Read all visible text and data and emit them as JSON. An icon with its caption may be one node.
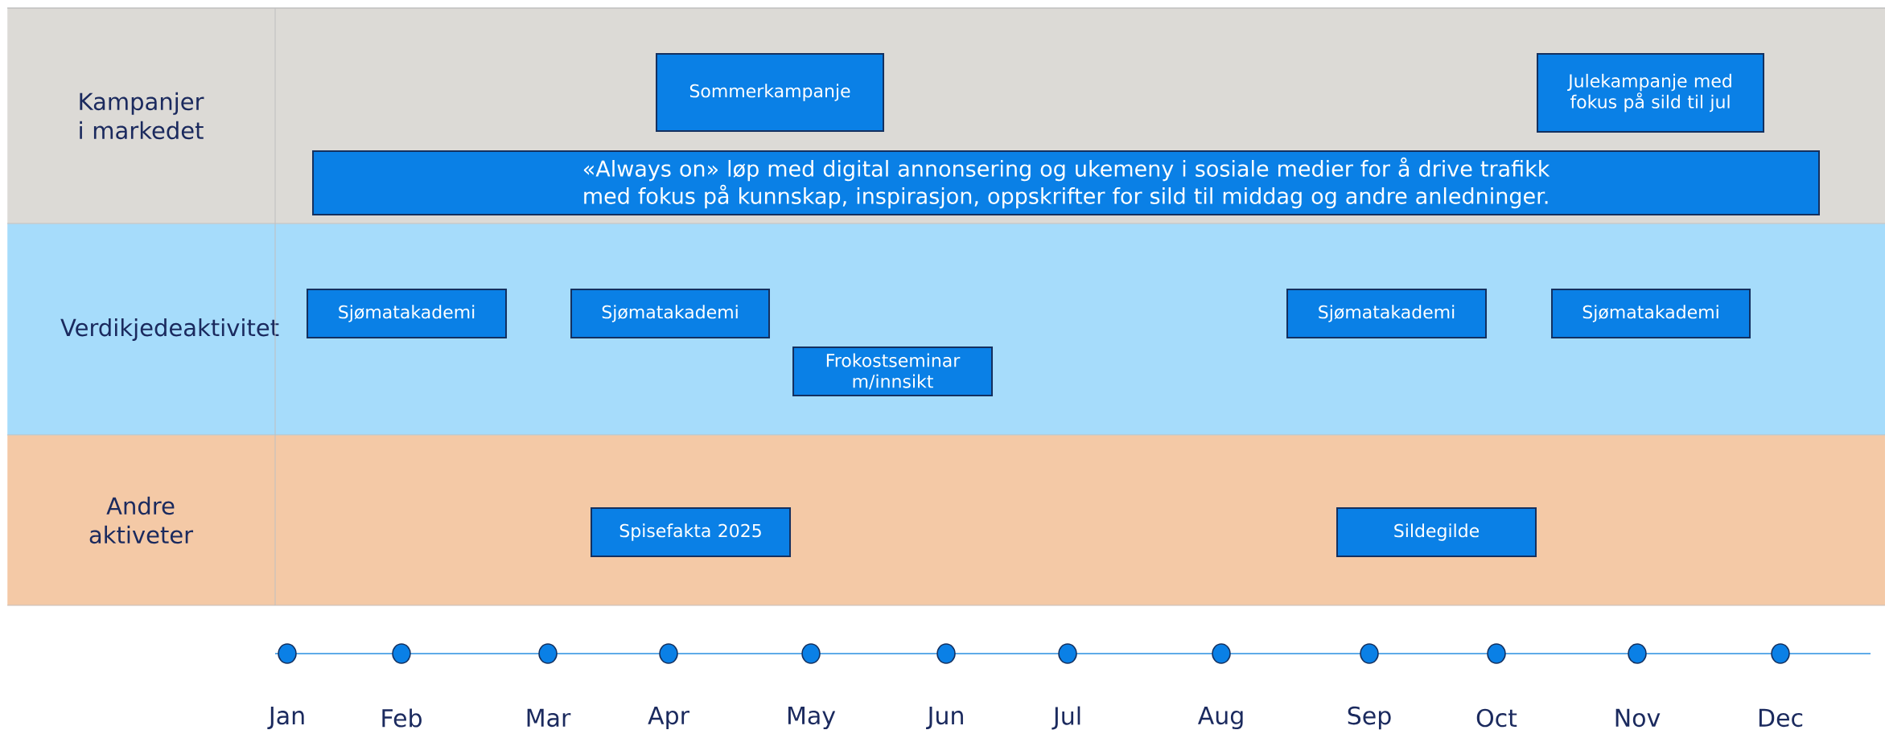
{
  "diagram": {
    "nodes": [
      {
        "text": [
          "Kampanjer i markedet"
        ]
      },
      {
        "text": [
          "Sommerkampanje"
        ],
        "in": 0
      },
      {
        "text": [
          "Julekampanje med fokus på sild til jul"
        ],
        "in": 0
      },
      {
        "text": [
          "«Always on» løp med digital annonsering og ukemeny i sosiale medier for å drive trafikk med fokus på kunnskap, inspirasjon, oppskrifter for sild til middag og andre anledninger."
        ],
        "in": 0
      },
      {
        "text": [
          "Verdikjedeaktivitet"
        ]
      },
      {
        "text": [
          "Sjømatakademi"
        ],
        "in": 4
      },
      {
        "text": [
          "Sjømatakademi"
        ],
        "in": 4
      },
      {
        "text": [
          "Frokostseminar m/innsikt"
        ],
        "in": 4
      },
      {
        "text": [
          "Sjømatakademi"
        ],
        "in": 4
      },
      {
        "text": [
          "Sjømatakademi"
        ],
        "in": 4
      },
      {
        "text": [
          "Andre aktiveter"
        ]
      },
      {
        "text": [
          "Spisefakta 2025"
        ],
        "in": 10
      },
      {
        "text": [
          "Sildegilde"
        ],
        "in": 10
      }
    ],
    "edges": [],
    "labels": [
      "Jan",
      "Feb",
      "Mar",
      "Apr",
      "May",
      "Jun",
      "Jul",
      "Aug",
      "Sep",
      "Oct",
      "Nov",
      "Dec"
    ]
  }
}
